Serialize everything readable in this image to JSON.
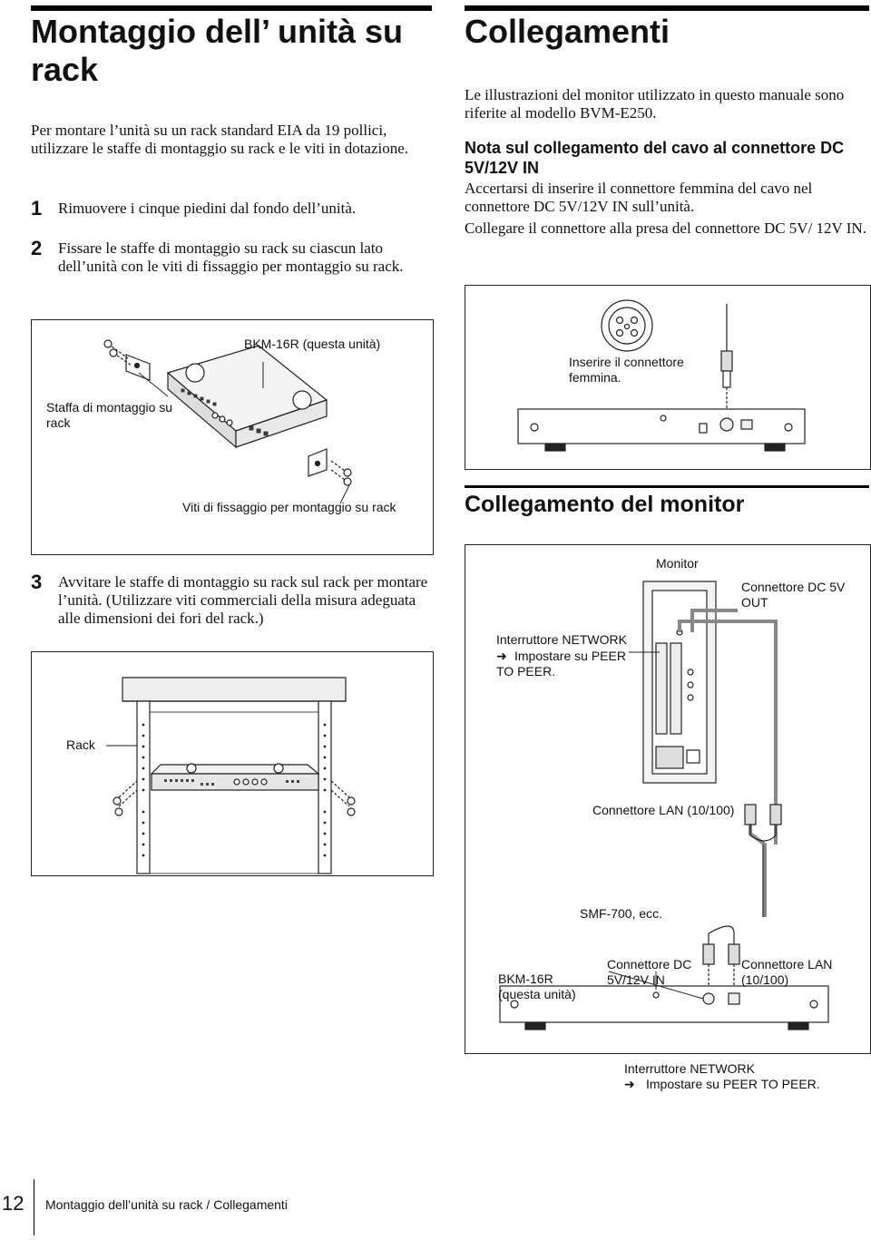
{
  "left": {
    "title": "Montaggio dell’ unità su rack",
    "intro": "Per montare l’unità su un rack standard EIA da 19 pollici, utilizzare le staffe di montaggio su rack e le viti in dotazione.",
    "steps": [
      {
        "num": "1",
        "text": "Rimuovere i cinque piedini dal fondo dell’unità."
      },
      {
        "num": "2",
        "text": "Fissare le staffe di montaggio su rack su ciascun lato dell’unità con le viti di fissaggio per montaggio su rack."
      },
      {
        "num": "3",
        "text": "Avvitare le staffe di montaggio su rack sul rack per montare l’unità. (Utilizzare viti commerciali della misura adeguata alle dimensioni dei fori del rack.)"
      }
    ],
    "fig1": {
      "unit_label": "BKM-16R (questa unità)",
      "bracket_label": "Staffa di montaggio su rack",
      "screws_label": "Viti di fissaggio per montaggio su rack"
    },
    "fig2": {
      "rack_label": "Rack"
    }
  },
  "right": {
    "title": "Collegamenti",
    "intro": "Le illustrazioni del monitor utilizzato in questo manuale sono riferite al modello BVM-E250.",
    "note_heading": "Nota sul collegamento del cavo al connettore DC 5V/12V IN",
    "note_p1": "Accertarsi di inserire il connettore femmina del cavo nel connettore DC 5V/12V IN sull’unità.",
    "note_p2": "Collegare il connettore alla presa del connettore DC 5V/ 12V IN.",
    "fig3": {
      "insert_label": "Inserire il connettore femmina."
    },
    "section_heading": "Collegamento del monitor",
    "fig4": {
      "monitor_label": "Monitor",
      "dc_out_label": "Connettore DC 5V OUT",
      "network_switch_label": "Interruttore NETWORK",
      "network_set_label": "Impostare su PEER TO PEER.",
      "lan_label_top": "Connettore LAN (10/100)",
      "cable_label": "SMF-700, ecc.",
      "unit_label": "BKM-16R (questa unità)",
      "dc_in_label": "Connettore DC 5V/12V IN",
      "lan_label_bottom": "Connettore LAN (10/100)",
      "network_switch_label2": "Interruttore NETWORK",
      "network_set_label2": "Impostare su PEER TO PEER."
    }
  },
  "footer": {
    "page_number": "12",
    "running_title": "Montaggio dell’unità su rack / Collegamenti"
  }
}
